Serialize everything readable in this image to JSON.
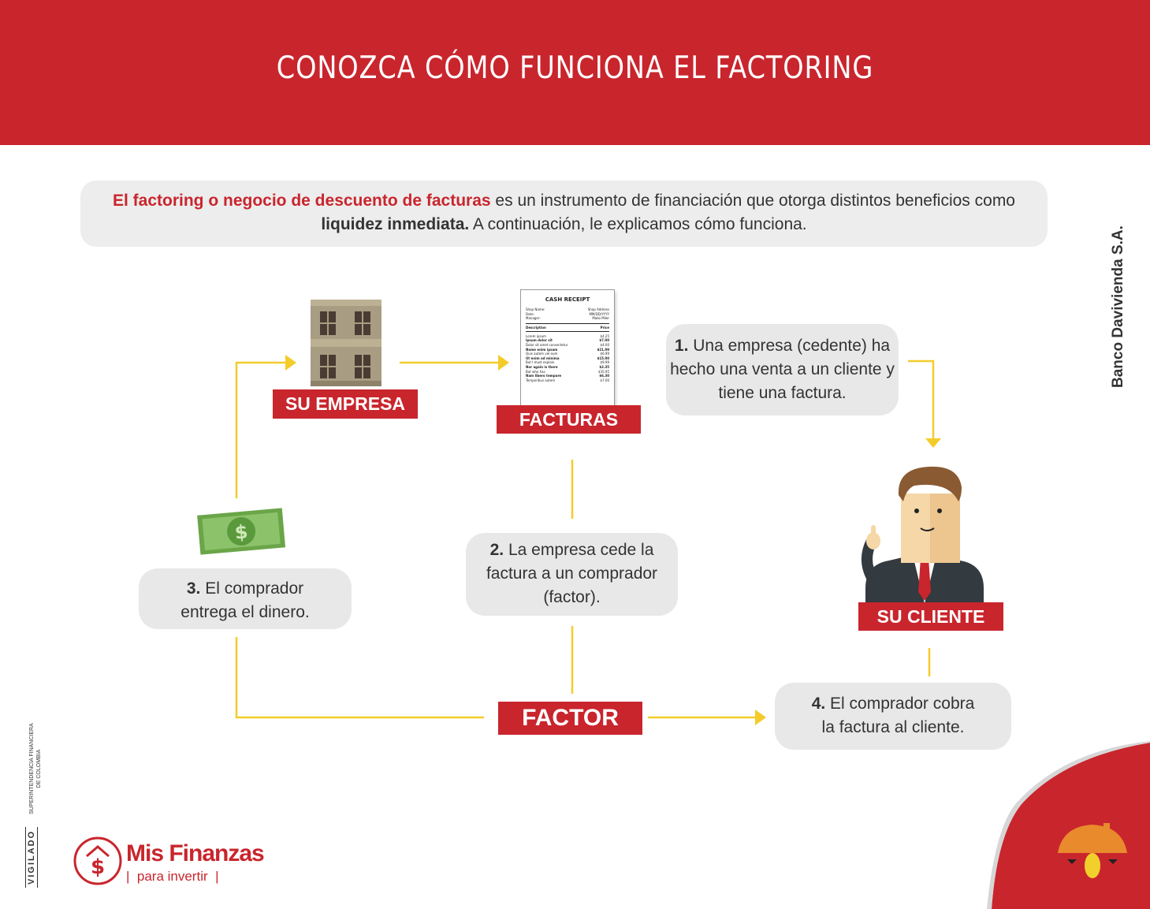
{
  "header": {
    "title": "CONOZCA CÓMO FUNCIONA EL FACTORING"
  },
  "intro": {
    "highlight": "El factoring o negocio de descuento de facturas",
    "text_1": " es un instrumento de financiación que otorga distintos beneficios como ",
    "bold": "liquidez inmediata.",
    "text_2": " A continuación, le explicamos cómo funciona."
  },
  "nodes": {
    "empresa": "SU EMPRESA",
    "facturas": "FACTURAS",
    "cliente": "SU CLIENTE",
    "factor": "FACTOR"
  },
  "steps": [
    {
      "num": "1.",
      "text": "Una empresa (cedente) ha hecho una venta a un cliente y tiene una factura."
    },
    {
      "num": "2.",
      "text": "La empresa cede la factura a un comprador (factor)."
    },
    {
      "num": "3.",
      "text": "El comprador entrega el dinero."
    },
    {
      "num": "4.",
      "text": "El comprador cobra la factura al cliente."
    }
  ],
  "receipt": {
    "title": "CASH RECEIPT",
    "meta": [
      [
        "Shop Name:",
        "Shop Address"
      ],
      [
        "Date:",
        "MM/DD/YYYY"
      ],
      [
        "Manager:",
        "Mako Miler"
      ]
    ],
    "col_desc": "Description",
    "col_price": "Price",
    "items": [
      [
        "Lorem ipsum",
        "$4.25"
      ],
      [
        "Ipsum dolor sit",
        "$7.00"
      ],
      [
        "Dolor sit amet consectetur",
        "$4.00"
      ],
      [
        "Nome enim ipsam",
        "$21.99"
      ],
      [
        "Quis autem vel eum",
        "$6.99"
      ],
      [
        "Ut enim ad minima",
        "$15.00"
      ],
      [
        "But I must explain",
        "$9.99"
      ],
      [
        "Nor again is there",
        "$2.35"
      ],
      [
        "But who has",
        "$35.95"
      ],
      [
        "Nam libero tempore",
        "$6.30"
      ],
      [
        "Temporibus autem",
        "$7.00"
      ]
    ]
  },
  "side_credit": "Banco Davivienda S.A.",
  "footer": {
    "vigilado": "VIGILADO",
    "regulator_line1": "SUPERINTENDENCIA FINANCIERA",
    "regulator_line2": "DE COLOMBIA",
    "brand": "Mis Finanzas",
    "tagline": "para invertir"
  },
  "colors": {
    "brand_red": "#c9252d",
    "arrow_yellow": "#f4cc2a",
    "bubble_gray": "#e8e8e8"
  },
  "icons": [
    "building-icon",
    "receipt-icon",
    "money-bill-icon",
    "businessman-icon",
    "dollar-circle-icon",
    "house-logo-icon"
  ]
}
